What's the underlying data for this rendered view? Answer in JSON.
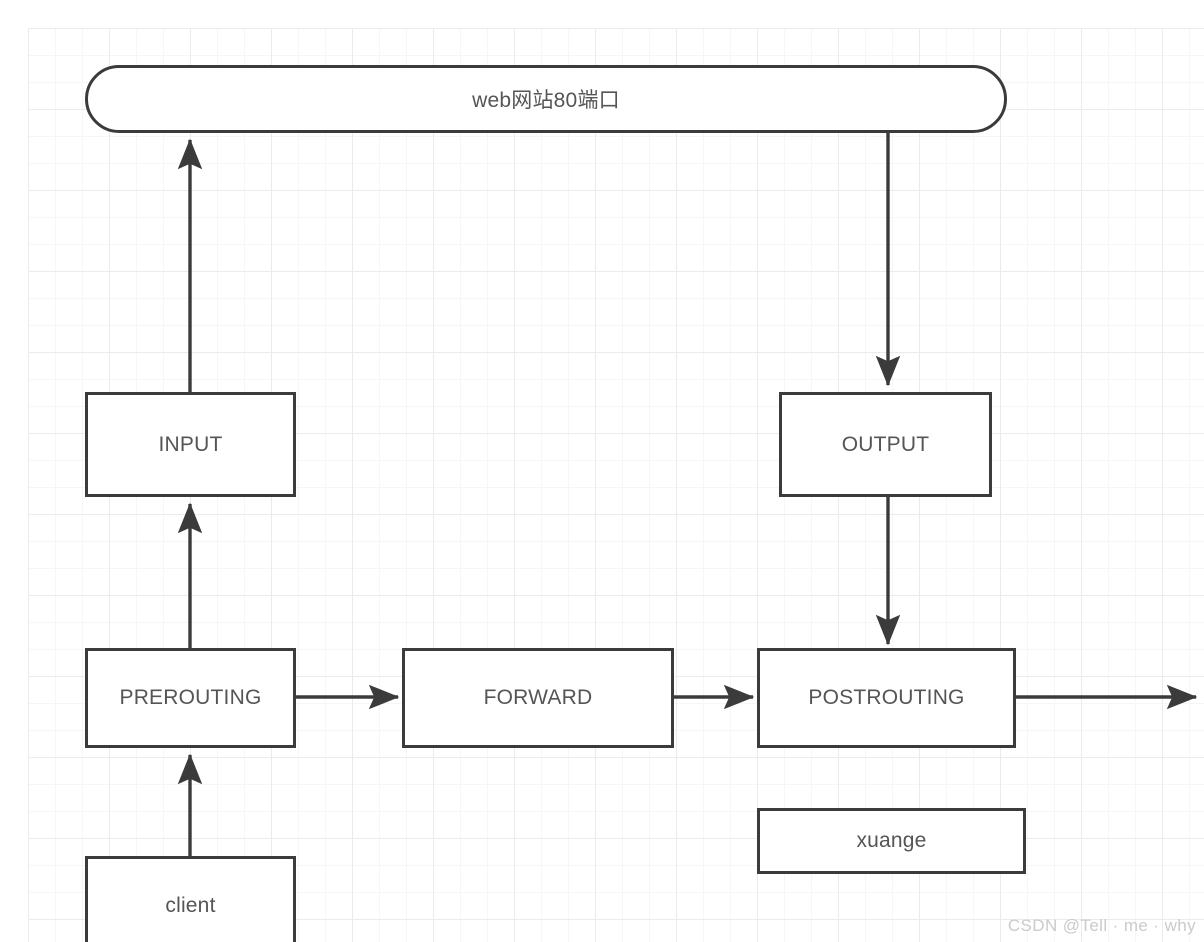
{
  "diagram": {
    "title_node": {
      "label": "web网站80端口",
      "shape": "pill"
    },
    "nodes": [
      {
        "id": "web",
        "label": "web网站80端口",
        "shape": "pill"
      },
      {
        "id": "input",
        "label": "INPUT",
        "shape": "rect"
      },
      {
        "id": "output",
        "label": "OUTPUT",
        "shape": "rect"
      },
      {
        "id": "prerouting",
        "label": "PREROUTING",
        "shape": "rect"
      },
      {
        "id": "forward",
        "label": "FORWARD",
        "shape": "rect"
      },
      {
        "id": "postrouting",
        "label": "POSTROUTING",
        "shape": "rect"
      },
      {
        "id": "xuange",
        "label": "xuange",
        "shape": "rect"
      },
      {
        "id": "client",
        "label": "client",
        "shape": "rect"
      }
    ],
    "edges": [
      {
        "from": "input",
        "to": "web",
        "direction": "up"
      },
      {
        "from": "web",
        "to": "output",
        "direction": "down"
      },
      {
        "from": "prerouting",
        "to": "input",
        "direction": "up"
      },
      {
        "from": "client",
        "to": "prerouting",
        "direction": "up"
      },
      {
        "from": "prerouting",
        "to": "forward",
        "direction": "right"
      },
      {
        "from": "forward",
        "to": "postrouting",
        "direction": "right"
      },
      {
        "from": "output",
        "to": "postrouting",
        "direction": "down"
      },
      {
        "from": "postrouting",
        "to": "outside",
        "direction": "right"
      }
    ],
    "colors": {
      "node_border": "#3b3b3b",
      "node_fill": "#ffffff",
      "node_text": "#555555",
      "edge": "#3b3b3b",
      "grid_minor": "#f6f6f6",
      "grid_major": "#ebebeb",
      "watermark": "#c9cbcd"
    }
  },
  "watermark": {
    "text": "CSDN @Tell · me · why"
  }
}
